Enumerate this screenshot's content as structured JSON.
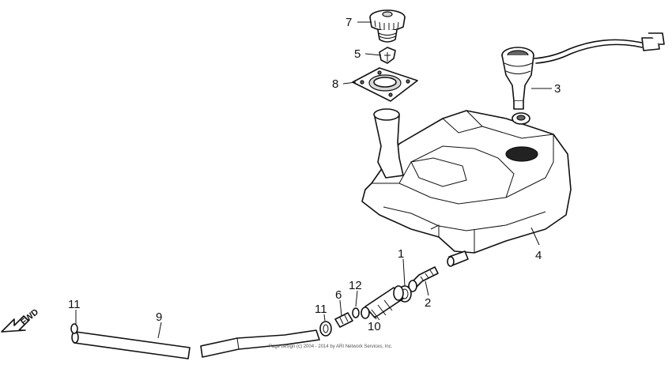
{
  "callouts": {
    "c1": "1",
    "c2": "2",
    "c3": "3",
    "c4": "4",
    "c5": "5",
    "c6": "6",
    "c7": "7",
    "c8": "8",
    "c9": "9",
    "c10": "10",
    "c11a": "11",
    "c11b": "11",
    "c12": "12"
  },
  "fwd_label": "FWD",
  "copyright": "Page design (c) 2004 - 2014 by ARI Network Services, Inc."
}
